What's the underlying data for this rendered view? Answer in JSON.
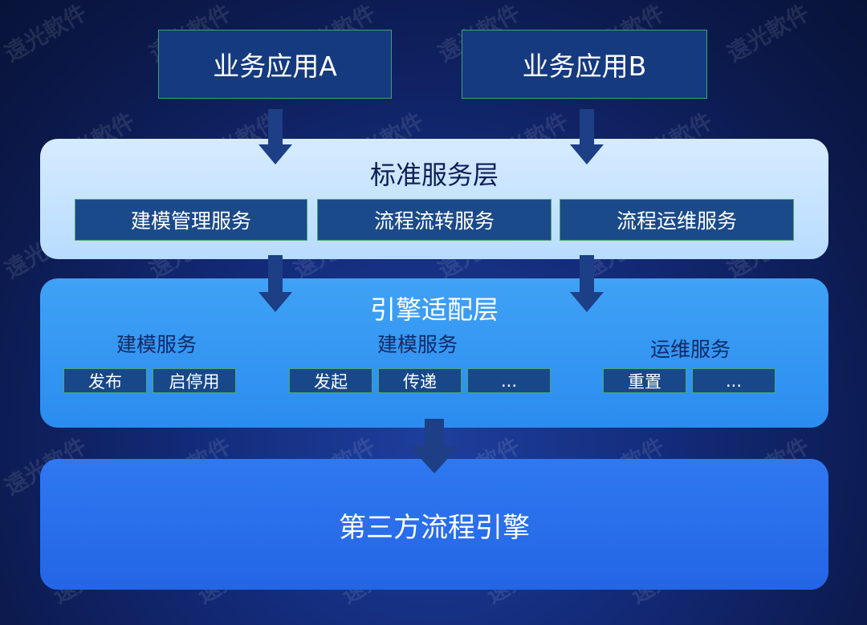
{
  "apps": [
    {
      "label": "业务应用A"
    },
    {
      "label": "业务应用B"
    }
  ],
  "standard_layer": {
    "title": "标准服务层",
    "services": [
      "建模管理服务",
      "流程流转服务",
      "流程运维服务"
    ]
  },
  "engine_layer": {
    "title": "引擎适配层",
    "groups": [
      {
        "title": "建模服务",
        "ops": [
          "发布",
          "启停用"
        ]
      },
      {
        "title": "建模服务",
        "ops": [
          "发起",
          "传递",
          "..."
        ]
      },
      {
        "title": "运维服务",
        "ops": [
          "重置",
          "..."
        ]
      }
    ]
  },
  "third_party_layer": {
    "title": "第三方流程引擎"
  },
  "watermark": "遠光軟件",
  "colors": {
    "app_fill": "#153a80",
    "box_border": "#3ea46a",
    "standard_layer": "#c7e4ff",
    "engine_layer": "#3597f3",
    "third_party_layer": "#2a6eeb",
    "arrow": "#1c3f86"
  }
}
